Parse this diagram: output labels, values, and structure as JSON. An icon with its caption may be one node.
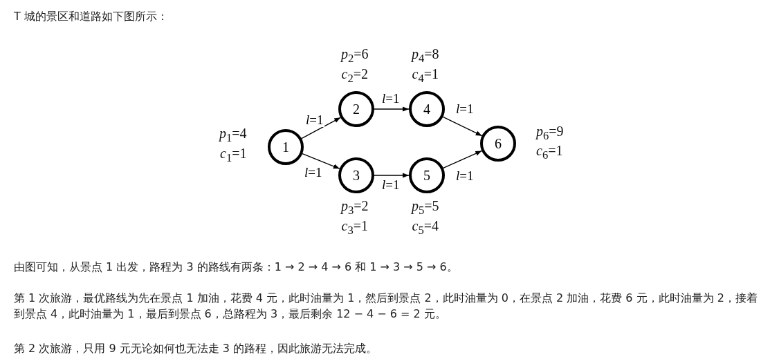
{
  "diagram": {
    "title": "T 城的景区和道路如下图所示：",
    "nodes": [
      {
        "text": [
          "1"
        ],
        "beside": [
          "*p*$_{1}$=4",
          "*c*$_{1}$=1"
        ]
      },
      {
        "text": [
          "2"
        ],
        "beside": [
          "*p*$_{2}$=6",
          "*c*$_{2}$=2"
        ]
      },
      {
        "text": [
          "3"
        ],
        "beside": [
          "*p*$_{3}$=2",
          "*c*$_{3}$=1"
        ]
      },
      {
        "text": [
          "4"
        ],
        "beside": [
          "*p*$_{4}$=8",
          "*c*$_{4}$=1"
        ]
      },
      {
        "text": [
          "5"
        ],
        "beside": [
          "*p*$_{5}$=5",
          "*c*$_{5}$=4"
        ]
      },
      {
        "text": [
          "6"
        ],
        "beside": [
          "*p*$_{6}$=9",
          "*c*$_{6}$=1"
        ]
      }
    ],
    "edges": [
      {
        "from": 0,
        "to": 1,
        "arrow": "to",
        "label": "*l*=1"
      },
      {
        "from": 0,
        "to": 2,
        "arrow": "to",
        "label": "*l*=1"
      },
      {
        "from": 1,
        "to": 3,
        "arrow": "to",
        "label": "*l*=1"
      },
      {
        "from": 2,
        "to": 4,
        "arrow": "to",
        "label": "*l*=1"
      },
      {
        "from": 3,
        "to": 5,
        "arrow": "to",
        "label": "*l*=1"
      },
      {
        "from": 4,
        "to": 5,
        "arrow": "to",
        "label": "*l*=1"
      }
    ],
    "labels": [
      "由图可知，从景点 1 出发，路程为 3 的路线有两条：1 → 2 → 4 → 6 和 1 → 3 → 5 → 6。",
      "第 1 次旅游，最优路线为先在景点 1 加油，花费 4 元，此时油量为 1，然后到景点 2，此时油量为 0，在景点 2 加油，花费 6 元，此时油量为 2，接着到景点 4，此时油量为 1，最后到景点 6，总路程为 3，最后剩余 12 − 4 − 6 = 2 元。",
      "第 2 次旅游，只用 9 元无论如何也无法走 3 的路程，因此旅游无法完成。"
    ]
  }
}
